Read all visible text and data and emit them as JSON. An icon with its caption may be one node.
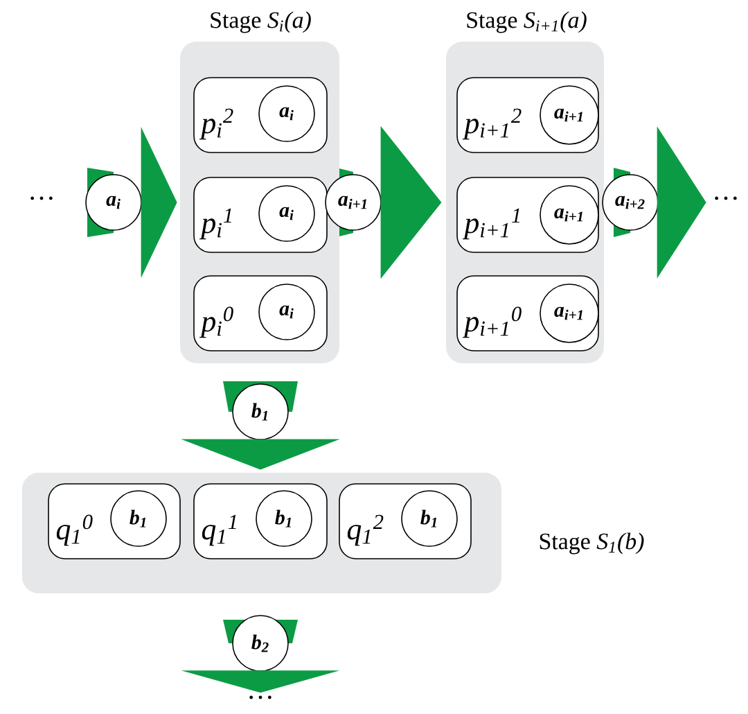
{
  "diagram": {
    "nodes": [
      {
        "text": [
          "a$_{i}$"
        ]
      },
      {
        "text": [
          "Stage *S$_{i}$(a)*"
        ]
      },
      {
        "text": [
          "p$_{i}$$^{2}$"
        ],
        "in": 1
      },
      {
        "text": [
          "a$_{i}$"
        ],
        "in": 2
      },
      {
        "text": [
          "p$_{i}$$^{1}$"
        ],
        "in": 1
      },
      {
        "text": [
          "a$_{i}$"
        ],
        "in": 4
      },
      {
        "text": [
          "p$_{i}$$^{0}$"
        ],
        "in": 1
      },
      {
        "text": [
          "a$_{i}$"
        ],
        "in": 6
      },
      {
        "text": [
          "a$_{i+1}$"
        ]
      },
      {
        "text": [
          "Stage *S$_{i+1}$(a)*"
        ]
      },
      {
        "text": [
          "p$_{i+1}$$^{2}$"
        ],
        "in": 9
      },
      {
        "text": [
          "a$_{i+1}$"
        ],
        "in": 10
      },
      {
        "text": [
          "p$_{i+1}$$^{1}$"
        ],
        "in": 9
      },
      {
        "text": [
          "a$_{i+1}$"
        ],
        "in": 12
      },
      {
        "text": [
          "p$_{i+1}$$^{0}$"
        ],
        "in": 9
      },
      {
        "text": [
          "a$_{i+1}$"
        ],
        "in": 14
      },
      {
        "text": [
          "a$_{i+2}$"
        ]
      },
      {
        "text": [
          "…"
        ]
      },
      {
        "text": [
          "b$_{1}$"
        ]
      },
      {
        "text": [
          "Stage *S$_{1}$(b)*"
        ]
      },
      {
        "text": [
          "q$_{1}$$^{0}$"
        ],
        "in": 19
      },
      {
        "text": [
          "b$_{1}$"
        ],
        "in": 20
      },
      {
        "text": [
          "q$_{1}$$^{1}$"
        ],
        "in": 19
      },
      {
        "text": [
          "b$_{1}$"
        ],
        "in": 22
      },
      {
        "text": [
          "q$_{1}$$^{2}$"
        ],
        "in": 19
      },
      {
        "text": [
          "b$_{1}$"
        ],
        "in": 24
      },
      {
        "text": [
          "b$_{2}$"
        ]
      },
      {
        "text": [
          "…"
        ]
      }
    ],
    "edges": [
      {
        "from": 0,
        "to": 1,
        "arrow": "to"
      },
      {
        "from": 8,
        "to": 9,
        "arrow": "to"
      },
      {
        "from": 16,
        "to": 17,
        "arrow": "to"
      },
      {
        "from": 18,
        "to": 19,
        "arrow": "to"
      },
      {
        "from": 26,
        "to": 27,
        "arrow": "to"
      }
    ],
    "labels": [
      "…"
    ]
  }
}
